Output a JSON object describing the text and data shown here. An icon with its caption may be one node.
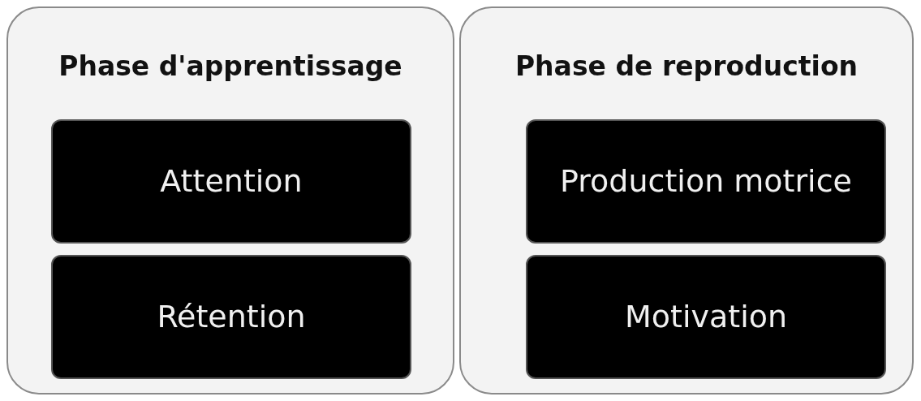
{
  "diagram": {
    "nodes": [
      {
        "text": [
          "Phase d'apprentissage"
        ]
      },
      {
        "text": [
          "Attention"
        ],
        "in": 0
      },
      {
        "text": [
          "Rétention"
        ],
        "in": 0
      },
      {
        "text": [
          "Phase de reproduction"
        ]
      },
      {
        "text": [
          "Production motrice"
        ],
        "in": 3
      },
      {
        "text": [
          "Motivation"
        ],
        "in": 3
      }
    ]
  }
}
